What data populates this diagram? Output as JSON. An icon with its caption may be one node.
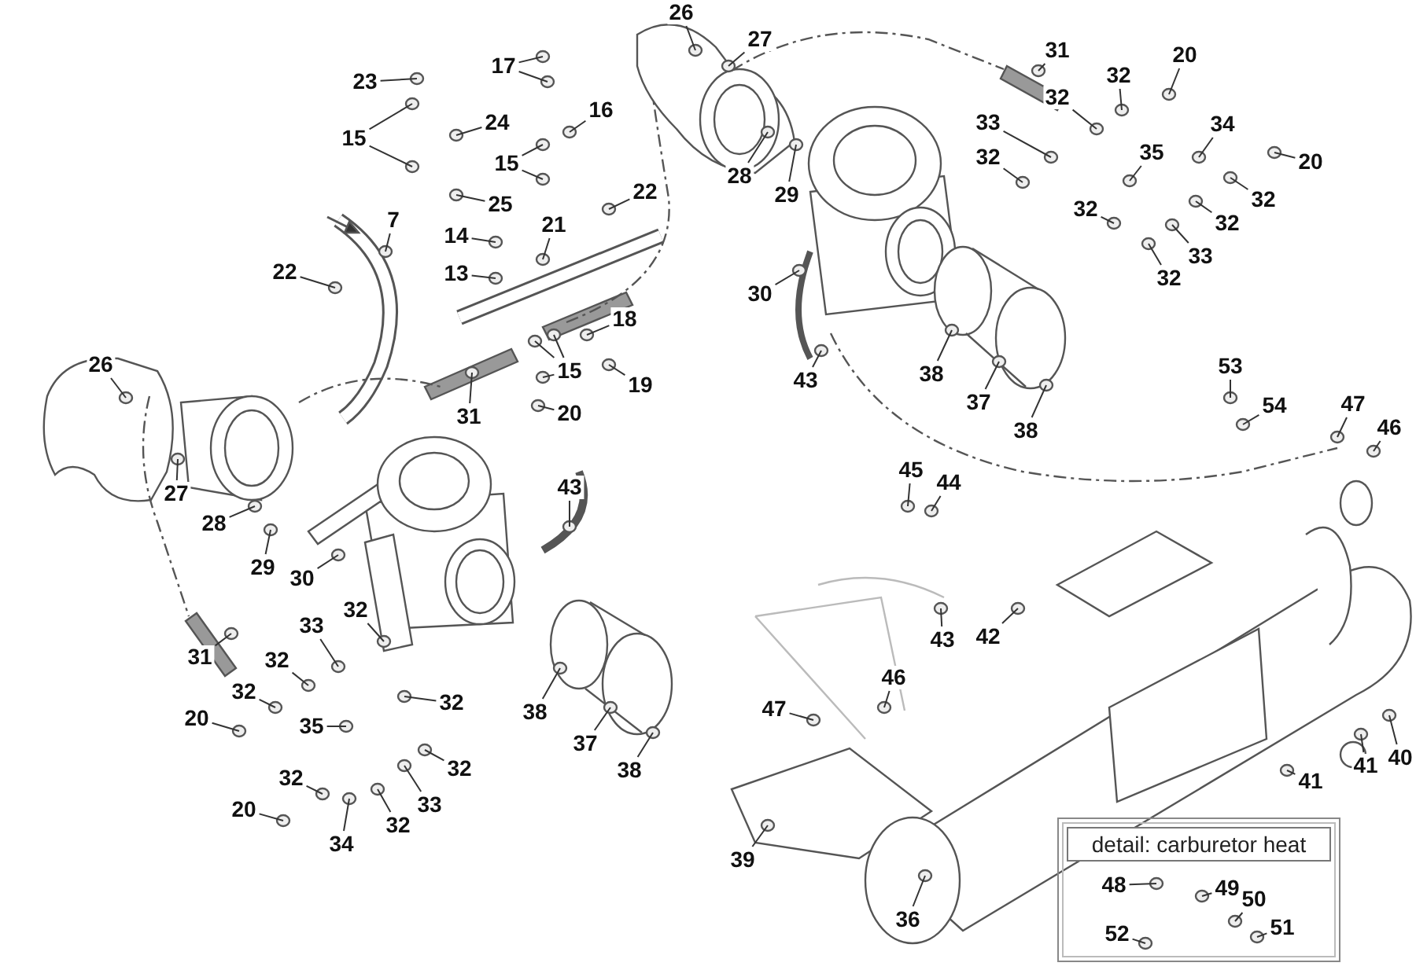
{
  "diagram": {
    "nodes": [
      {
        "text": [
          "26"
        ]
      },
      {
        "text": [
          "27"
        ]
      },
      {
        "text": [
          "31"
        ]
      },
      {
        "text": [
          "32"
        ]
      },
      {
        "text": [
          "20"
        ]
      },
      {
        "text": [
          "23"
        ]
      },
      {
        "text": [
          "17"
        ]
      },
      {
        "text": [
          "24"
        ]
      },
      {
        "text": [
          "34"
        ]
      },
      {
        "text": [
          "33"
        ]
      },
      {
        "text": [
          "32"
        ]
      },
      {
        "text": [
          "16"
        ]
      },
      {
        "text": [
          "15"
        ]
      },
      {
        "text": [
          "15"
        ]
      },
      {
        "text": [
          "35"
        ]
      },
      {
        "text": [
          "32"
        ]
      },
      {
        "text": [
          "20"
        ]
      },
      {
        "text": [
          "28"
        ]
      },
      {
        "text": [
          "25"
        ]
      },
      {
        "text": [
          "29"
        ]
      },
      {
        "text": [
          "22"
        ]
      },
      {
        "text": [
          "32"
        ]
      },
      {
        "text": [
          "32"
        ]
      },
      {
        "text": [
          "7"
        ]
      },
      {
        "text": [
          "14"
        ]
      },
      {
        "text": [
          "21"
        ]
      },
      {
        "text": [
          "32"
        ]
      },
      {
        "text": [
          "33"
        ]
      },
      {
        "text": [
          "13"
        ]
      },
      {
        "text": [
          "22"
        ]
      },
      {
        "text": [
          "32"
        ]
      },
      {
        "text": [
          "30"
        ]
      },
      {
        "text": [
          "18"
        ]
      },
      {
        "text": [
          "26"
        ]
      },
      {
        "text": [
          "15"
        ]
      },
      {
        "text": [
          "53"
        ]
      },
      {
        "text": [
          "38"
        ]
      },
      {
        "text": [
          "43"
        ]
      },
      {
        "text": [
          "19"
        ]
      },
      {
        "text": [
          "37"
        ]
      },
      {
        "text": [
          "54"
        ]
      },
      {
        "text": [
          "47"
        ]
      },
      {
        "text": [
          "20"
        ]
      },
      {
        "text": [
          "31"
        ]
      },
      {
        "text": [
          "46"
        ]
      },
      {
        "text": [
          "38"
        ]
      },
      {
        "text": [
          "45"
        ]
      },
      {
        "text": [
          "44"
        ]
      },
      {
        "text": [
          "43"
        ]
      },
      {
        "text": [
          "27"
        ]
      },
      {
        "text": [
          "28"
        ]
      },
      {
        "text": [
          "29"
        ]
      },
      {
        "text": [
          "30"
        ]
      },
      {
        "text": [
          "32"
        ]
      },
      {
        "text": [
          "33"
        ]
      },
      {
        "text": [
          "43"
        ]
      },
      {
        "text": [
          "42"
        ]
      },
      {
        "text": [
          "32"
        ]
      },
      {
        "text": [
          "31"
        ]
      },
      {
        "text": [
          "46"
        ]
      },
      {
        "text": [
          "32"
        ]
      },
      {
        "text": [
          "32"
        ]
      },
      {
        "text": [
          "47"
        ]
      },
      {
        "text": [
          "38"
        ]
      },
      {
        "text": [
          "20"
        ]
      },
      {
        "text": [
          "35"
        ]
      },
      {
        "text": [
          "37"
        ]
      },
      {
        "text": [
          "40"
        ]
      },
      {
        "text": [
          "41"
        ]
      },
      {
        "text": [
          "32"
        ]
      },
      {
        "text": [
          "38"
        ]
      },
      {
        "text": [
          "32"
        ]
      },
      {
        "text": [
          "41"
        ]
      },
      {
        "text": [
          "33"
        ]
      },
      {
        "text": [
          "20"
        ]
      },
      {
        "text": [
          "32"
        ]
      },
      {
        "text": [
          "34"
        ]
      },
      {
        "text": [
          "39"
        ]
      },
      {
        "text": [
          "36"
        ]
      },
      {
        "text": [
          "detail: carburetor heat"
        ]
      },
      {
        "text": [
          "48"
        ],
        "in": 79
      },
      {
        "text": [
          "49"
        ],
        "in": 79
      },
      {
        "text": [
          "50"
        ],
        "in": 79
      },
      {
        "text": [
          "52"
        ],
        "in": 79
      },
      {
        "text": [
          "51"
        ],
        "in": 79
      }
    ],
    "edges": [
      {
        "from": 0,
        "to": null,
        "arrow": "none"
      },
      {
        "from": 1,
        "to": null,
        "arrow": "none"
      },
      {
        "from": 2,
        "to": null,
        "arrow": "none"
      },
      {
        "from": 3,
        "to": null,
        "arrow": "none"
      },
      {
        "from": 4,
        "to": null,
        "arrow": "none"
      },
      {
        "from": 5,
        "to": null,
        "arrow": "none"
      },
      {
        "from": 6,
        "to": null,
        "arrow": "none"
      },
      {
        "from": 6,
        "to": null,
        "arrow": "none"
      },
      {
        "from": 7,
        "to": null,
        "arrow": "none"
      },
      {
        "from": 8,
        "to": null,
        "arrow": "none"
      },
      {
        "from": 9,
        "to": null,
        "arrow": "none"
      },
      {
        "from": 10,
        "to": null,
        "arrow": "none"
      },
      {
        "from": 11,
        "to": null,
        "arrow": "none"
      },
      {
        "from": 12,
        "to": null,
        "arrow": "none"
      },
      {
        "from": 12,
        "to": null,
        "arrow": "none"
      },
      {
        "from": 13,
        "to": null,
        "arrow": "none"
      },
      {
        "from": 13,
        "to": null,
        "arrow": "none"
      },
      {
        "from": 14,
        "to": null,
        "arrow": "none"
      },
      {
        "from": 15,
        "to": null,
        "arrow": "none"
      },
      {
        "from": 16,
        "to": null,
        "arrow": "none"
      },
      {
        "from": 17,
        "to": null,
        "arrow": "none"
      },
      {
        "from": 18,
        "to": null,
        "arrow": "none"
      },
      {
        "from": 19,
        "to": null,
        "arrow": "none"
      },
      {
        "from": 20,
        "to": null,
        "arrow": "none"
      },
      {
        "from": 21,
        "to": null,
        "arrow": "none"
      },
      {
        "from": 22,
        "to": null,
        "arrow": "none"
      },
      {
        "from": 23,
        "to": null,
        "arrow": "none"
      },
      {
        "from": 24,
        "to": null,
        "arrow": "none"
      },
      {
        "from": 25,
        "to": null,
        "arrow": "none"
      },
      {
        "from": 26,
        "to": null,
        "arrow": "none"
      },
      {
        "from": 27,
        "to": null,
        "arrow": "none"
      },
      {
        "from": 28,
        "to": null,
        "arrow": "none"
      },
      {
        "from": 29,
        "to": null,
        "arrow": "none"
      },
      {
        "from": 30,
        "to": null,
        "arrow": "none"
      },
      {
        "from": 31,
        "to": null,
        "arrow": "none"
      },
      {
        "from": 32,
        "to": null,
        "arrow": "none"
      },
      {
        "from": 33,
        "to": null,
        "arrow": "none"
      },
      {
        "from": 34,
        "to": null,
        "arrow": "none"
      },
      {
        "from": 34,
        "to": null,
        "arrow": "none"
      },
      {
        "from": 34,
        "to": null,
        "arrow": "none"
      },
      {
        "from": 35,
        "to": null,
        "arrow": "none"
      },
      {
        "from": 36,
        "to": null,
        "arrow": "none"
      },
      {
        "from": 37,
        "to": null,
        "arrow": "none"
      },
      {
        "from": 38,
        "to": null,
        "arrow": "none"
      },
      {
        "from": 39,
        "to": null,
        "arrow": "none"
      },
      {
        "from": 40,
        "to": null,
        "arrow": "none"
      },
      {
        "from": 41,
        "to": null,
        "arrow": "none"
      },
      {
        "from": 42,
        "to": null,
        "arrow": "none"
      },
      {
        "from": 43,
        "to": null,
        "arrow": "none"
      },
      {
        "from": 44,
        "to": null,
        "arrow": "none"
      },
      {
        "from": 45,
        "to": null,
        "arrow": "none"
      },
      {
        "from": 46,
        "to": null,
        "arrow": "none"
      },
      {
        "from": 47,
        "to": null,
        "arrow": "none"
      },
      {
        "from": 48,
        "to": null,
        "arrow": "none"
      },
      {
        "from": 49,
        "to": null,
        "arrow": "none"
      },
      {
        "from": 50,
        "to": null,
        "arrow": "none"
      },
      {
        "from": 51,
        "to": null,
        "arrow": "none"
      },
      {
        "from": 52,
        "to": null,
        "arrow": "none"
      },
      {
        "from": 53,
        "to": null,
        "arrow": "none"
      },
      {
        "from": 54,
        "to": null,
        "arrow": "none"
      },
      {
        "from": 55,
        "to": null,
        "arrow": "none"
      },
      {
        "from": 56,
        "to": null,
        "arrow": "none"
      },
      {
        "from": 57,
        "to": null,
        "arrow": "none"
      },
      {
        "from": 58,
        "to": null,
        "arrow": "none"
      },
      {
        "from": 59,
        "to": null,
        "arrow": "none"
      },
      {
        "from": 60,
        "to": null,
        "arrow": "none"
      },
      {
        "from": 61,
        "to": null,
        "arrow": "none"
      },
      {
        "from": 62,
        "to": null,
        "arrow": "none"
      },
      {
        "from": 63,
        "to": null,
        "arrow": "none"
      },
      {
        "from": 64,
        "to": null,
        "arrow": "none"
      },
      {
        "from": 65,
        "to": null,
        "arrow": "none"
      },
      {
        "from": 66,
        "to": null,
        "arrow": "none"
      },
      {
        "from": 67,
        "to": null,
        "arrow": "none"
      },
      {
        "from": 68,
        "to": null,
        "arrow": "none"
      },
      {
        "from": 69,
        "to": null,
        "arrow": "none"
      },
      {
        "from": 70,
        "to": null,
        "arrow": "none"
      },
      {
        "from": 71,
        "to": null,
        "arrow": "none"
      },
      {
        "from": 72,
        "to": null,
        "arrow": "none"
      },
      {
        "from": 73,
        "to": null,
        "arrow": "none"
      },
      {
        "from": 74,
        "to": null,
        "arrow": "none"
      },
      {
        "from": 75,
        "to": null,
        "arrow": "none"
      },
      {
        "from": 76,
        "to": null,
        "arrow": "none"
      },
      {
        "from": 77,
        "to": null,
        "arrow": "none"
      },
      {
        "from": 78,
        "to": null,
        "arrow": "none"
      },
      {
        "from": 80,
        "to": null,
        "arrow": "none"
      },
      {
        "from": 81,
        "to": null,
        "arrow": "none"
      },
      {
        "from": 82,
        "to": null,
        "arrow": "none"
      },
      {
        "from": 83,
        "to": null,
        "arrow": "none"
      },
      {
        "from": 84,
        "to": null,
        "arrow": "none"
      }
    ]
  }
}
